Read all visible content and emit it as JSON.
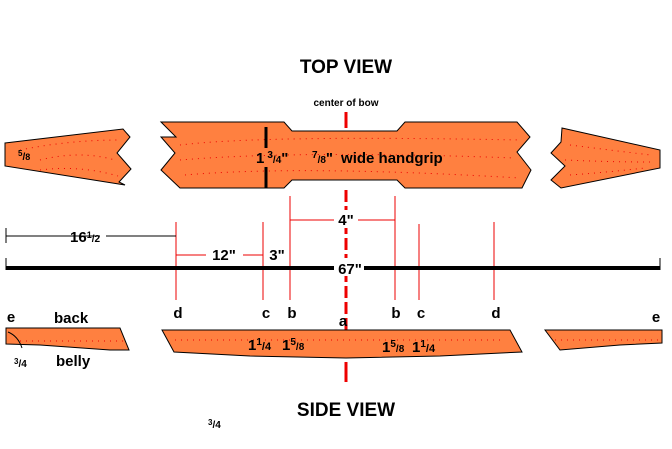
{
  "top_view": {
    "title": "TOP VIEW",
    "center_label": "center of bow",
    "tip_width": {
      "num": "5",
      "den": "8"
    },
    "limb_width": {
      "whole": "1",
      "num": "3",
      "den": "4",
      "unit": "\""
    },
    "handgrip": {
      "num": "7",
      "den": "8",
      "unit": "\"",
      "text": "wide handgrip"
    }
  },
  "dimensions": {
    "tip_to_d": {
      "whole": "16",
      "num": "1",
      "den": "2"
    },
    "d_to_c": "12\"",
    "c_to_b": "3\"",
    "b_to_b": "4\"",
    "total": "67\""
  },
  "side_view": {
    "title": "SIDE VIEW",
    "back_label": "back",
    "belly_label": "belly",
    "tip_thickness": {
      "num": "3",
      "den": "4"
    },
    "stray_fraction": {
      "num": "3",
      "den": "4"
    },
    "markers": [
      "e",
      "d",
      "c",
      "b",
      "a",
      "b",
      "c",
      "d",
      "e"
    ],
    "thickness_c": {
      "whole": "1",
      "num": "1",
      "den": "4"
    },
    "thickness_b": {
      "whole": "1",
      "num": "5",
      "den": "8"
    }
  },
  "colors": {
    "wood": "#ff8040",
    "guide": "#e00000"
  }
}
